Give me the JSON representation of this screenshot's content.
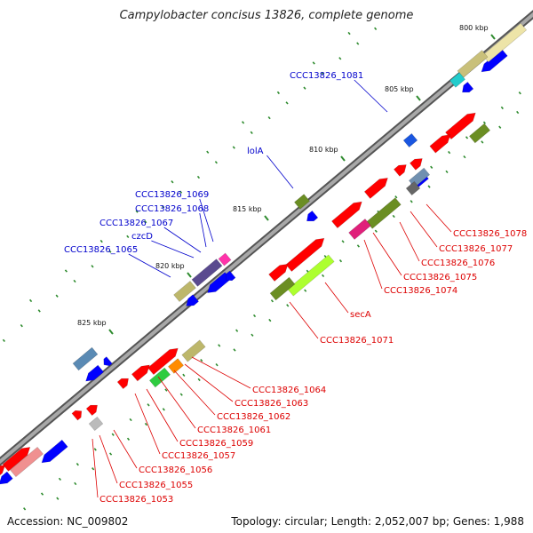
{
  "title": "Campylobacter concisus 13826, complete genome",
  "footer": {
    "accession": "Accession: NC_009802",
    "summary": "Topology: circular; Length: 2,052,007 bp; Genes: 1,988"
  },
  "colors": {
    "forward": "#ff0000",
    "reverse": "#0000ff",
    "backbone": "#888888",
    "label_upper": "#0000cc",
    "label_lower": "#dd0000",
    "tick": "#2e8b2e"
  },
  "scale_ticks": [
    "800 kbp",
    "805 kbp",
    "810 kbp",
    "815 kbp",
    "820 kbp",
    "825 kbp"
  ],
  "upper_labels": [
    "CCC13826_1081",
    "lolA",
    "CCC13826_1069",
    "CCC13826_1068",
    "CCC13826_1067",
    "czcD",
    "CCC13826_1065"
  ],
  "lower_labels": [
    "CCC13826_1078",
    "CCC13826_1077",
    "CCC13826_1076",
    "CCC13826_1075",
    "CCC13826_1074",
    "secA",
    "CCC13826_1071",
    "CCC13826_1064",
    "CCC13826_1063",
    "CCC13826_1062",
    "CCC13826_1061",
    "CCC13826_1059",
    "CCC13826_1057",
    "CCC13826_1056",
    "CCC13826_1055",
    "CCC13826_1053"
  ]
}
